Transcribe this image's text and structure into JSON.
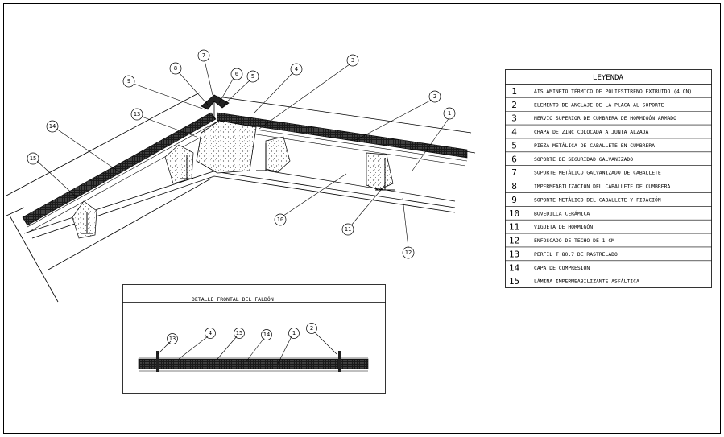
{
  "legend": {
    "title": "LEYENDA",
    "items": [
      {
        "num": "1",
        "text": "AISLAMINETO TÉRMICO DE POLIESTIRENO EXTRUIDO (4 CN)"
      },
      {
        "num": "2",
        "text": "ELEMENTO DE ANCLAJE DE LA PLACA AL SOPORTE"
      },
      {
        "num": "3",
        "text": "NERVIO SUPERIOR DE CUMBRERA DE HORMIGÓN ARMADO"
      },
      {
        "num": "4",
        "text": "CHAPA DE ZINC COLOCADA A JUNTA ALZADA"
      },
      {
        "num": "5",
        "text": "PIEZA METÁLICA DE CABALLETE EN   CUMBRERA"
      },
      {
        "num": "6",
        "text": "SOPORTE DE SEGURIDAD GALVANIZADO"
      },
      {
        "num": "7",
        "text": "SOPORTE METÁLICO GALVANIZADO DE CABALLETE"
      },
      {
        "num": "8",
        "text": "IMPERMEABILIZACIÓN DEL CABALLETE DE CUMBRERA"
      },
      {
        "num": "9",
        "text": "SOPORTE METÁLICO DEL CABALLETE Y FIJACIÓN"
      },
      {
        "num": "10",
        "text": "BOVEDILLA CERÁMICA"
      },
      {
        "num": "11",
        "text": "VIGUETA DE HORMIGÓN"
      },
      {
        "num": "12",
        "text": "ENFOSCADO DE TECHO   DE 1 CM"
      },
      {
        "num": "13",
        "text": "PERFIL T 80.7 DE RASTRELADO"
      },
      {
        "num": "14",
        "text": "CAPA DE COMPRESIÓN"
      },
      {
        "num": "15",
        "text": "LÁMINA IMPERMEABILIZANTE ASFÁLTICA"
      }
    ]
  },
  "main_callouts": [
    "1",
    "2",
    "3",
    "4",
    "5",
    "6",
    "7",
    "8",
    "9",
    "10",
    "11",
    "12",
    "13",
    "14",
    "15"
  ],
  "detail": {
    "title": "DETALLE FRONTAL DEL FALDÓN",
    "callouts": [
      "13",
      "4",
      "15",
      "14",
      "1",
      "2"
    ]
  }
}
